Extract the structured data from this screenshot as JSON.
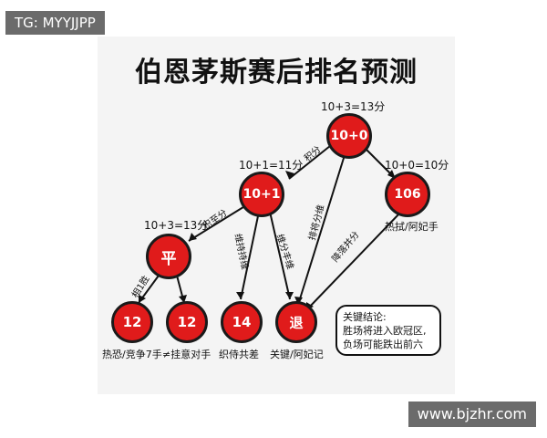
{
  "watermarks": {
    "top_left": "TG: MYYJJPP",
    "bottom_right": "www.bjzhr.com"
  },
  "title": "伯恩茅斯赛后排名预测",
  "nodes": [
    {
      "id": "root",
      "text": "10+0",
      "score": "10+3=13分"
    },
    {
      "id": "draw-branch",
      "text": "10+1",
      "score": "10+1=11分"
    },
    {
      "id": "loss-branch",
      "text": "106",
      "score": "10+0=10分",
      "caption": "热拭/阿妃手"
    },
    {
      "id": "draw-draw",
      "text": "平",
      "score": "10+3=13分"
    },
    {
      "id": "leaf-1",
      "text": "12",
      "caption": "热恐/竞争7手"
    },
    {
      "id": "leaf-2",
      "text": "12",
      "caption": "≠挂意对手"
    },
    {
      "id": "leaf-3",
      "text": "14",
      "caption": "织侍共差"
    },
    {
      "id": "leaf-4",
      "text": "退",
      "caption": "关键/阿妃记"
    }
  ],
  "edge_labels": {
    "root_to_draw": "积分",
    "draw_to_drawdraw": "积至分",
    "root_to_leaf4": "排将分维",
    "loss_to_leaf4": "降落并分",
    "draw_to_leaf3": "维持持维",
    "draw_to_leaf4": "维分丰维",
    "drawdraw_to_leaf1": "相1胜"
  },
  "callout": {
    "line1": "关键结论:",
    "line2": "胜场将进入欧冠区,",
    "line3": "负场可能跌出前六"
  },
  "colors": {
    "node_fill": "#e01b1b",
    "node_stroke": "#1a1a1a",
    "badge_bg": "#6b6b6b"
  }
}
